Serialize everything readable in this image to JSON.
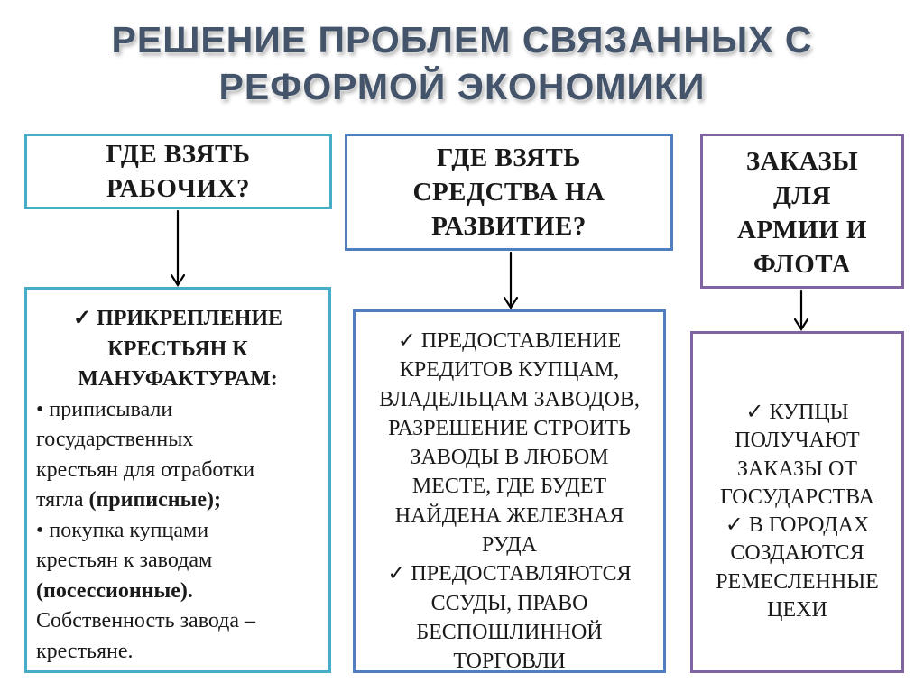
{
  "title": {
    "line1": "РЕШЕНИЕ ПРОБЛЕМ СВЯЗАННЫХ С",
    "line2": "РЕФОРМОЙ ЭКОНОМИКИ"
  },
  "columns": [
    {
      "question": [
        "ГДЕ ВЗЯТЬ",
        "РАБОЧИХ?"
      ],
      "answer": {
        "heading": [
          "✓ ПРИКРЕПЛЕНИЕ",
          "КРЕСТЬЯН К",
          "МАНУФАКТУРАМ:"
        ],
        "b1_line1": "• приписывали",
        "b1_line2": "государственных",
        "b1_line3": "крестьян для отработки",
        "b1_line4_pre": "тягла ",
        "b1_line4_bold": "(приписные);",
        "b2_line1": "• покупка купцами",
        "b2_line2": "крестьян к заводам",
        "b2_line3_bold": "(посессионные).",
        "line_own1": "Собственность завода –",
        "line_own2": "крестьяне."
      }
    },
    {
      "question": [
        "ГДЕ ВЗЯТЬ",
        "СРЕДСТВА НА",
        "РАЗВИТИЕ?"
      ],
      "answer": [
        "✓ ПРЕДОСТАВЛЕНИЕ",
        "КРЕДИТОВ  КУПЦАМ,",
        "ВЛАДЕЛЬЦАМ ЗАВОДОВ,",
        "РАЗРЕШЕНИЕ СТРОИТЬ",
        "ЗАВОДЫ В ЛЮБОМ",
        "МЕСТЕ, ГДЕ БУДЕТ",
        "НАЙДЕНА ЖЕЛЕЗНАЯ",
        "РУДА",
        "✓ ПРЕДОСТАВЛЯЮТСЯ",
        "ССУДЫ, ПРАВО",
        "БЕСПОШЛИННОЙ",
        "ТОРГОВЛИ"
      ]
    },
    {
      "question": [
        "ЗАКАЗЫ",
        "ДЛЯ",
        "АРМИИ И",
        "ФЛОТА"
      ],
      "answer": [
        "✓ КУПЦЫ",
        "ПОЛУЧАЮТ",
        "ЗАКАЗЫ ОТ",
        "ГОСУДАРСТВА",
        "✓ В ГОРОДАХ",
        "СОЗДАЮТСЯ",
        "РЕМЕСЛЕННЫЕ",
        "ЦЕХИ"
      ]
    }
  ],
  "colors": {
    "title": "#44546a",
    "column1_border": "#47acc5",
    "column2_border": "#4f7fbf",
    "column3_border": "#8064a2"
  }
}
